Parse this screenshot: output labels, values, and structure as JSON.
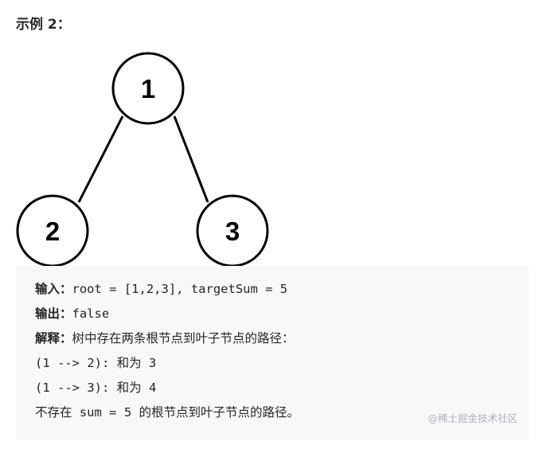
{
  "heading": "示例 2：",
  "tree": {
    "nodes": [
      {
        "id": "root",
        "label": "1"
      },
      {
        "id": "left",
        "label": "2"
      },
      {
        "id": "right",
        "label": "3"
      }
    ]
  },
  "example": {
    "input_label": "输入：",
    "input_value": "root = [1,2,3], targetSum = 5",
    "output_label": "输出：",
    "output_value": "false",
    "explanation_label": "解释：",
    "explanation_value": "树中存在两条根节点到叶子节点的路径：",
    "path1": "(1 --> 2): 和为 3",
    "path2": "(1 --> 3): 和为 4",
    "conclusion": "不存在 sum = 5 的根节点到叶子节点的路径。"
  },
  "watermark": "@稀土掘金技术社区"
}
